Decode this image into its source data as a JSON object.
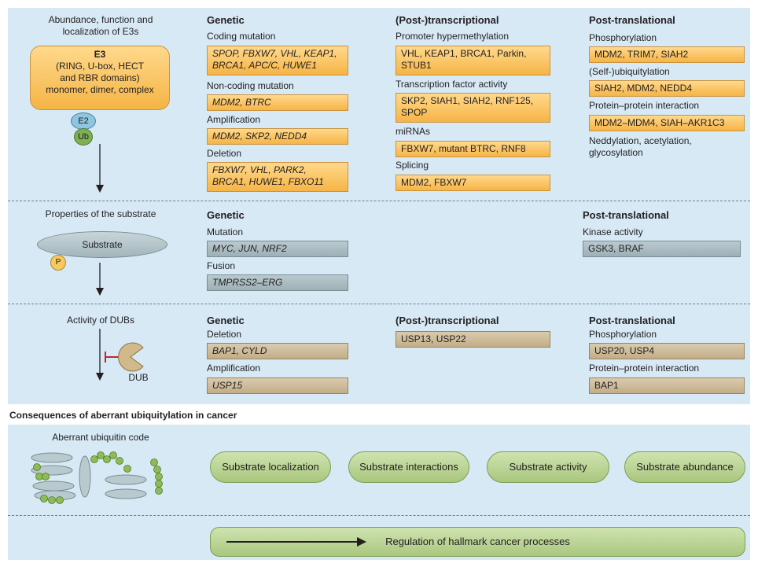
{
  "row1": {
    "left_label": [
      "Abundance, function and",
      "localization of E3s"
    ],
    "e3": {
      "title": "E3",
      "lines": [
        "(RING, U-box, HECT",
        "and RBR domains)",
        "monomer, dimer, complex"
      ]
    },
    "e2": "E2",
    "ub": "Ub",
    "genetic": {
      "header": "Genetic",
      "coding_label": "Coding mutation",
      "coding_box": [
        "SPOP, FBXW7, VHL, KEAP1,",
        "BRCA1, APC/C, HUWE1"
      ],
      "noncoding_label": "Non-coding mutation",
      "noncoding_box": "MDM2, BTRC",
      "amplification_label": "Amplification",
      "amplification_box": "MDM2, SKP2, NEDD4",
      "deletion_label": "Deletion",
      "deletion_box": [
        "FBXW7, VHL, PARK2,",
        "BRCA1, HUWE1, FBXO11"
      ]
    },
    "transcriptional": {
      "header": "(Post-)transcriptional",
      "promoter_label": "Promoter hypermethylation",
      "promoter_box": [
        "VHL, KEAP1, BRCA1, Parkin,",
        "STUB1"
      ],
      "tf_label": "Transcription factor activity",
      "tf_box": [
        "SKP2, SIAH1, SIAH2, RNF125,",
        "SPOP"
      ],
      "mirna_label": "miRNAs",
      "mirna_box": "FBXW7, mutant BTRC, RNF8",
      "splicing_label": "Splicing",
      "splicing_box": "MDM2, FBXW7"
    },
    "posttranslational": {
      "header": "Post-translational",
      "phos_label": "Phosphorylation",
      "phos_box": "MDM2, TRIM7, SIAH2",
      "selfub_label": "(Self-)ubiquitylation",
      "selfub_box": "SIAH2, MDM2, NEDD4",
      "ppi_label": "Protein–protein interaction",
      "ppi_box": "MDM2–MDM4, SIAH–AKR1C3",
      "other": [
        "Neddylation, acetylation,",
        "glycosylation"
      ]
    }
  },
  "row2": {
    "left_label": "Properties of the substrate",
    "substrate": "Substrate",
    "p": "P",
    "genetic": {
      "header": "Genetic",
      "mutation_label": "Mutation",
      "mutation_box": "MYC, JUN, NRF2",
      "fusion_label": "Fusion",
      "fusion_box": "TMPRSS2–ERG"
    },
    "posttranslational": {
      "header": "Post-translational",
      "kinase_label": "Kinase activity",
      "kinase_box": "GSK3, BRAF"
    }
  },
  "row3": {
    "left_label": "Activity of DUBs",
    "dub": "DUB",
    "genetic": {
      "header": "Genetic",
      "deletion_label": "Deletion",
      "deletion_box": "BAP1, CYLD",
      "amplification_label": "Amplification",
      "amplification_box": "USP15"
    },
    "transcriptional": {
      "header": "(Post-)transcriptional",
      "box": "USP13, USP22"
    },
    "posttranslational": {
      "header": "Post-translational",
      "phos_label": "Phosphorylation",
      "phos_box": "USP20, USP4",
      "ppi_label": "Protein–protein interaction",
      "ppi_box": "BAP1"
    }
  },
  "consequences": {
    "title": "Consequences of aberrant ubiquitylation in cancer",
    "code_label": "Aberrant ubiquitin code",
    "pills": [
      "Substrate localization",
      "Substrate interactions",
      "Substrate activity",
      "Substrate abundance"
    ],
    "regulation": "Regulation of hallmark cancer processes"
  },
  "colors": {
    "panel": "#d6e9f5",
    "e3_orange": "#f6b446",
    "substrate_grey": "#9db0b6",
    "dub_tan": "#c2ad88",
    "consequence_green": "#a9c77e"
  }
}
